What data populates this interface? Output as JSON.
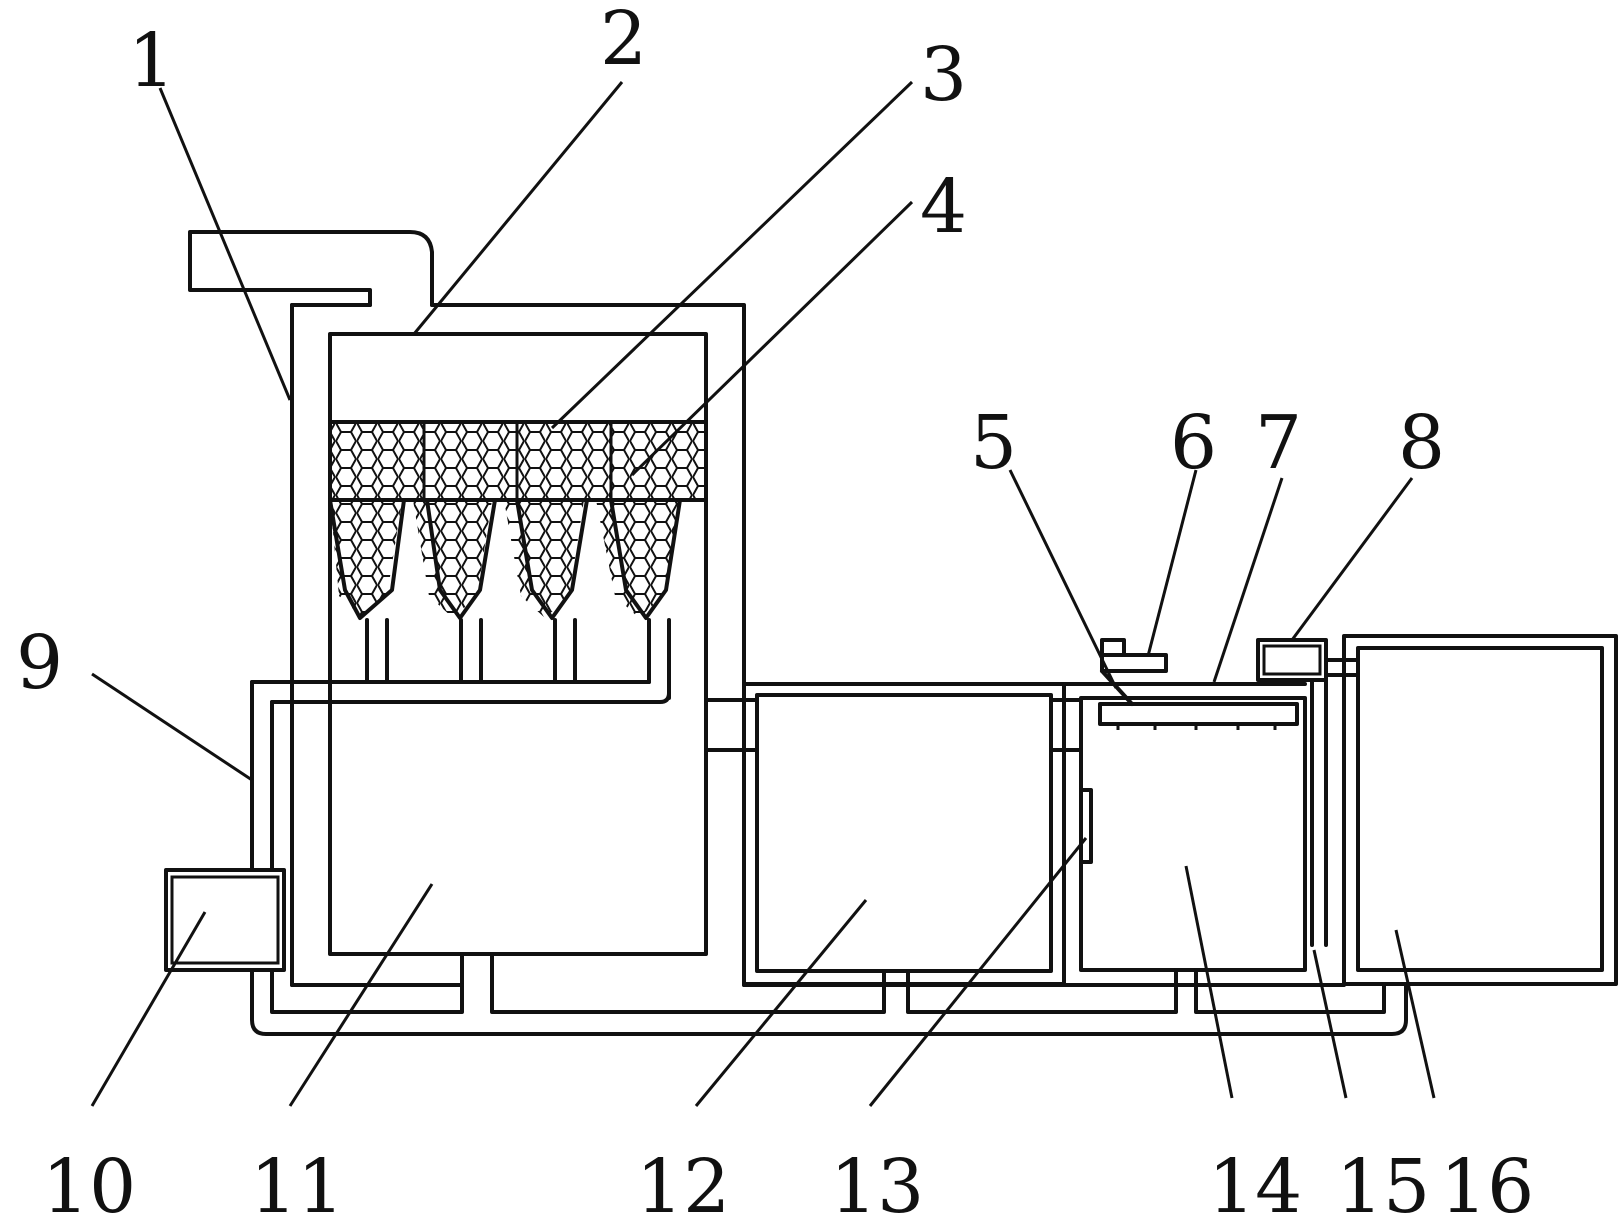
{
  "labels": {
    "n1": "1",
    "n2": "2",
    "n3": "3",
    "n4": "4",
    "n5": "5",
    "n6": "6",
    "n7": "7",
    "n8": "8",
    "n9": "9",
    "n10": "10",
    "n11": "11",
    "n12": "12",
    "n13": "13",
    "n14": "14",
    "n15": "15",
    "n16": "16"
  },
  "colors": {
    "line": "#111111",
    "background": "#ffffff"
  }
}
